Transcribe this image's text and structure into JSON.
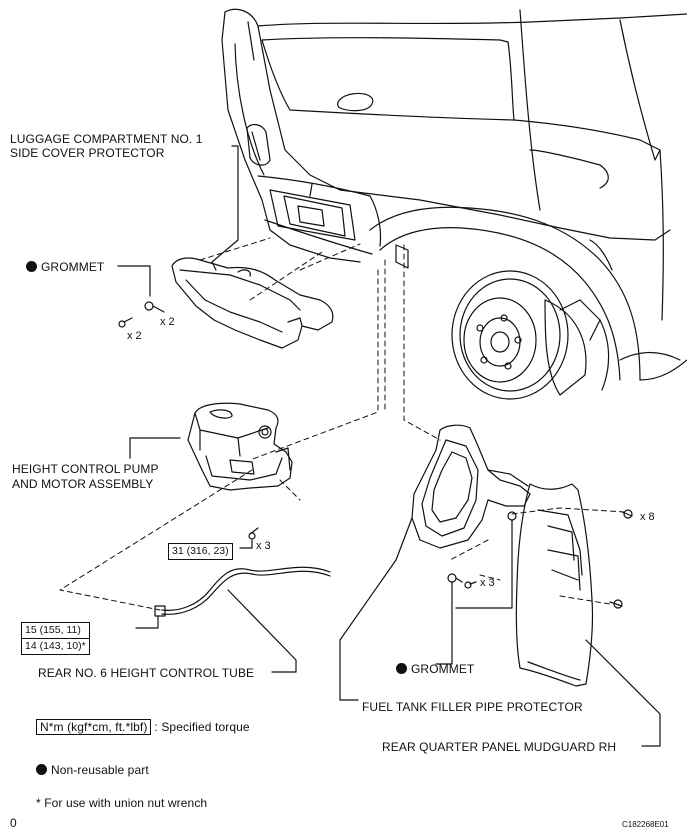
{
  "labels": {
    "luggage_cover_protector_line1": "LUGGAGE COMPARTMENT NO. 1",
    "luggage_cover_protector_line2": "SIDE COVER PROTECTOR",
    "grommet_top": "GROMMET",
    "pump_line1": "HEIGHT CONTROL PUMP",
    "pump_line2": "AND MOTOR ASSEMBLY",
    "tube": "REAR NO. 6 HEIGHT CONTROL TUBE",
    "grommet_bottom": "GROMMET",
    "filler_protector": "FUEL TANK FILLER PIPE PROTECTOR",
    "mudguard": "REAR QUARTER PANEL MUDGUARD RH"
  },
  "quantities": {
    "grommet_x2": "x 2",
    "screw_x2": "x 2",
    "pump_bolts_x3": "x 3",
    "filler_bolts_x3": "x 3",
    "mudguard_clips_x8": "x 8"
  },
  "torque": {
    "pump_bolts": "31 (316, 23)",
    "tube_nut_line1": "15 (155, 11)",
    "tube_nut_line2": "14 (143, 10)*"
  },
  "legend": {
    "torque_box": "N*m (kgf*cm, ft.*lbf)",
    "torque_text": ": Specified torque",
    "non_reusable": "Non-reusable part",
    "union_nut": "* For use with union nut wrench"
  },
  "corner": {
    "left": "0",
    "figure_id": "C182268E01"
  }
}
